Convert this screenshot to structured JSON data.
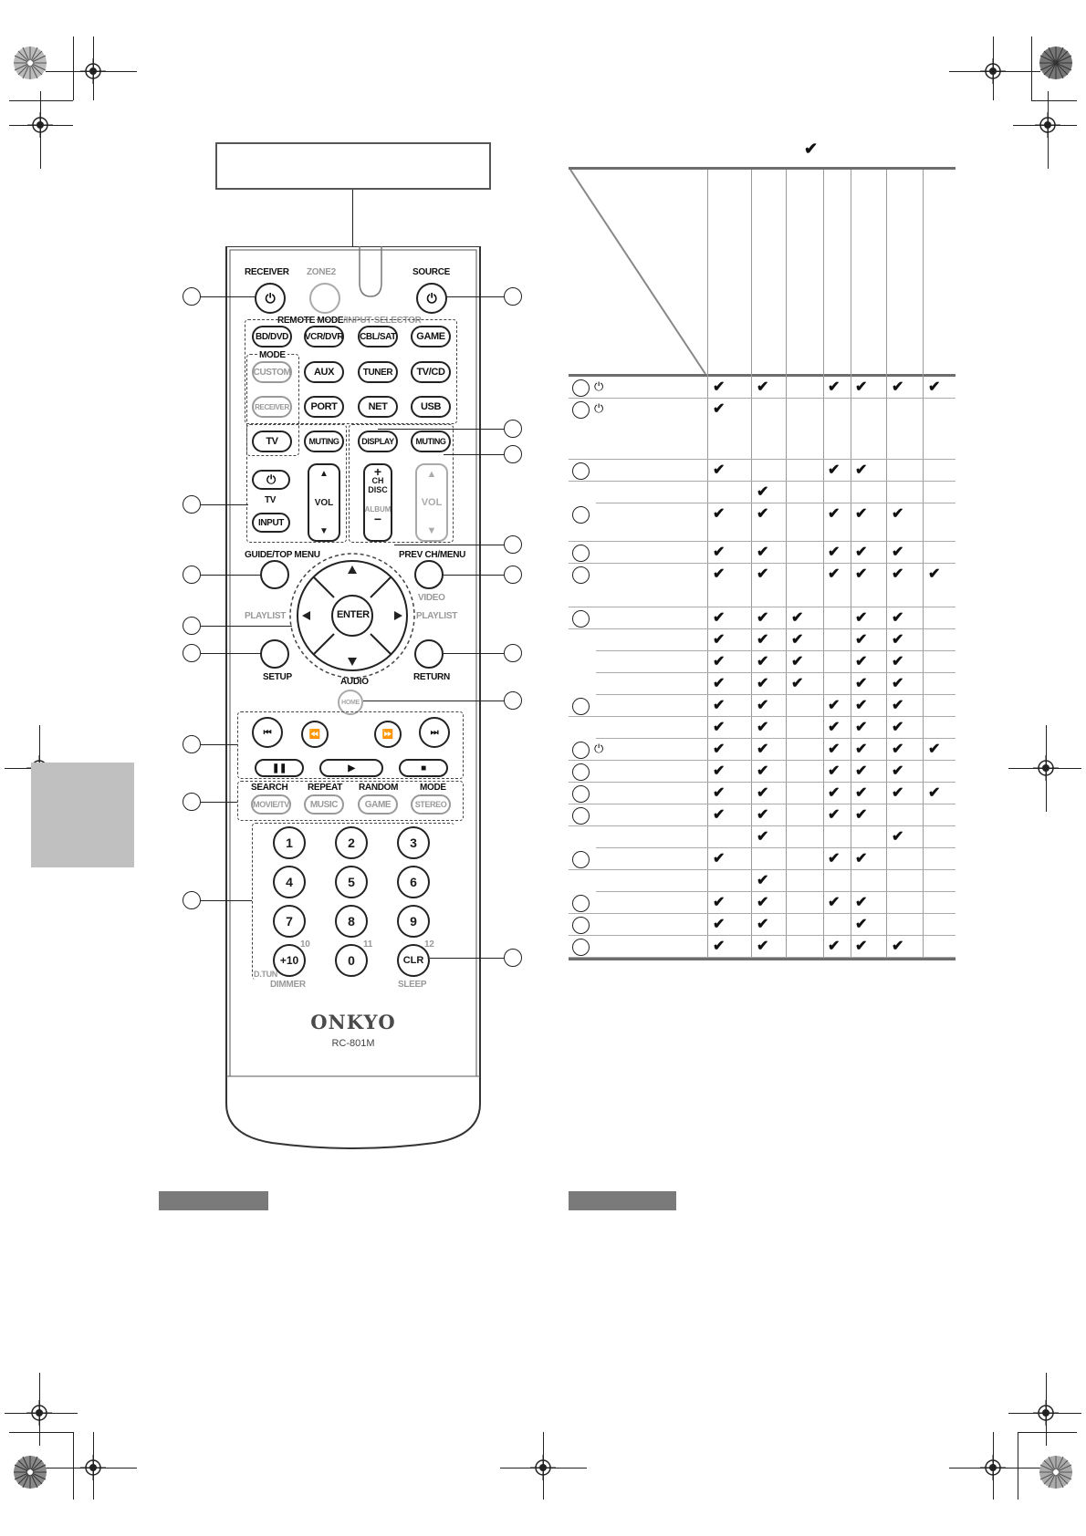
{
  "remote": {
    "model": "RC-801M",
    "brand": "ONKYO",
    "top": {
      "receiver": "RECEIVER",
      "zone2": "ZONE2",
      "source": "SOURCE"
    },
    "section_remote_mode": "REMOTE MODE",
    "section_input_selector": "/INPUT SELECTOR",
    "mode_label": "MODE",
    "selectors": [
      "BD/DVD",
      "VCR/DVR",
      "CBL/SAT",
      "GAME",
      "CUSTOM",
      "AUX",
      "TUNER",
      "TV/CD",
      "RECEIVER",
      "PORT",
      "NET",
      "USB",
      "TV"
    ],
    "muting": "MUTING",
    "display": "DISPLAY",
    "tv_label": "TV",
    "input": "INPUT",
    "vol": "VOL",
    "ch_plus": "+",
    "ch": "CH",
    "disc": "DISC",
    "album": "ALBUM",
    "ch_minus": "−",
    "guide_top_menu": "GUIDE/TOP MENU",
    "prev_ch_menu": "PREV CH/MENU",
    "video": "VIDEO",
    "playlist": "PLAYLIST",
    "enter": "ENTER",
    "setup": "SETUP",
    "return": "RETURN",
    "audio": "AUDIO",
    "home": "HOME",
    "search": "SEARCH",
    "repeat": "REPEAT",
    "random": "RANDOM",
    "mode": "MODE",
    "movie_tv": "MOVIE/TV",
    "music": "MUSIC",
    "game": "GAME",
    "stereo": "STEREO",
    "digits": [
      "1",
      "2",
      "3",
      "4",
      "5",
      "6",
      "7",
      "8",
      "9",
      "+10",
      "0",
      "CLR"
    ],
    "sub10": "10",
    "sub11": "11",
    "sub12": "12",
    "dtun": "D.TUN",
    "dimmer": "DIMMER",
    "sleep": "SLEEP"
  },
  "table": {
    "check_symbol": "✔",
    "power_symbol": "⏻",
    "rows": [
      {
        "circle": true,
        "power": true,
        "checks": [
          1,
          1,
          0,
          1,
          1,
          1,
          1
        ]
      },
      {
        "circle": true,
        "power": true,
        "checks": [
          1,
          0,
          0,
          0,
          0,
          0,
          0
        ],
        "tall": true
      },
      {
        "circle": true,
        "power": false,
        "checks": [
          1,
          0,
          0,
          1,
          1,
          0,
          0
        ]
      },
      {
        "circle": false,
        "power": false,
        "checks": [
          0,
          1,
          0,
          0,
          0,
          0,
          0
        ]
      },
      {
        "circle": true,
        "power": false,
        "checks": [
          1,
          1,
          0,
          1,
          1,
          1,
          0
        ],
        "tall": true
      },
      {
        "circle": true,
        "power": false,
        "checks": [
          1,
          1,
          0,
          1,
          1,
          1,
          0
        ]
      },
      {
        "circle": true,
        "power": false,
        "checks": [
          1,
          1,
          0,
          1,
          1,
          1,
          1
        ],
        "tall": true
      },
      {
        "circle": true,
        "power": false,
        "checks": [
          1,
          1,
          1,
          0,
          1,
          1,
          0
        ]
      },
      {
        "circle": false,
        "power": false,
        "checks": [
          1,
          1,
          1,
          0,
          1,
          1,
          0
        ]
      },
      {
        "circle": false,
        "power": false,
        "checks": [
          1,
          1,
          1,
          0,
          1,
          1,
          0
        ]
      },
      {
        "circle": false,
        "power": false,
        "checks": [
          1,
          1,
          1,
          0,
          1,
          1,
          0
        ]
      },
      {
        "circle": true,
        "power": false,
        "checks": [
          1,
          1,
          0,
          1,
          1,
          1,
          0
        ]
      },
      {
        "circle": false,
        "power": false,
        "checks": [
          1,
          1,
          0,
          1,
          1,
          1,
          0
        ]
      },
      {
        "circle": true,
        "power": true,
        "checks": [
          1,
          1,
          0,
          1,
          1,
          1,
          1
        ]
      },
      {
        "circle": true,
        "power": false,
        "checks": [
          1,
          1,
          0,
          1,
          1,
          1,
          0
        ]
      },
      {
        "circle": true,
        "power": false,
        "checks": [
          1,
          1,
          0,
          1,
          1,
          1,
          1
        ]
      },
      {
        "circle": true,
        "power": false,
        "checks": [
          1,
          1,
          0,
          1,
          1,
          0,
          0
        ]
      },
      {
        "circle": false,
        "power": false,
        "checks": [
          0,
          1,
          0,
          0,
          0,
          1,
          0
        ]
      },
      {
        "circle": true,
        "power": false,
        "checks": [
          1,
          0,
          0,
          1,
          1,
          0,
          0
        ]
      },
      {
        "circle": false,
        "power": false,
        "checks": [
          0,
          1,
          0,
          0,
          0,
          0,
          0
        ]
      },
      {
        "circle": true,
        "power": false,
        "checks": [
          1,
          1,
          0,
          1,
          1,
          0,
          0
        ]
      },
      {
        "circle": true,
        "power": false,
        "checks": [
          1,
          1,
          0,
          0,
          1,
          0,
          0
        ]
      },
      {
        "circle": true,
        "power": false,
        "checks": [
          1,
          1,
          0,
          1,
          1,
          1,
          0
        ]
      }
    ]
  }
}
